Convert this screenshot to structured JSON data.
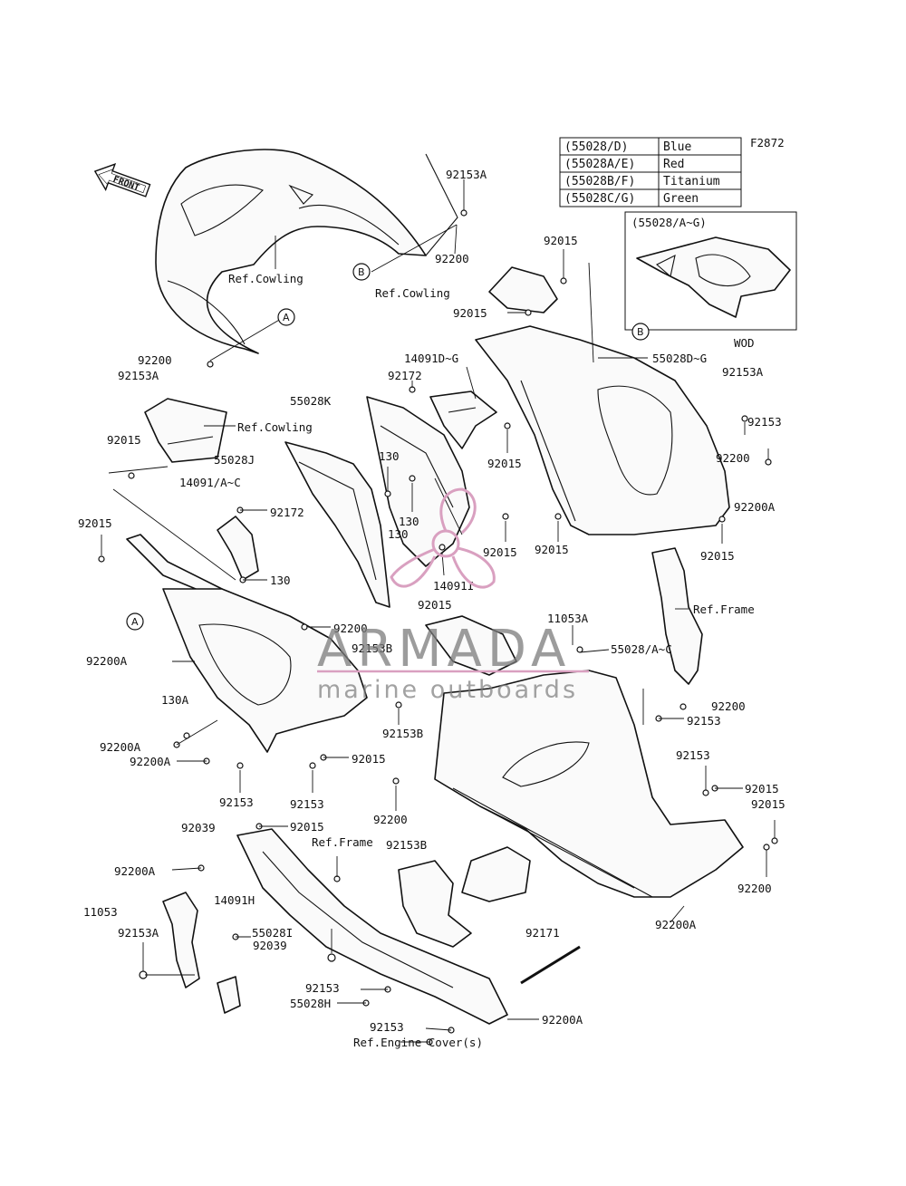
{
  "diagram_code": "F2872",
  "color_table": {
    "rows": [
      {
        "part": "(55028/D)",
        "color": "Blue"
      },
      {
        "part": "(55028A/E)",
        "color": "Red"
      },
      {
        "part": "(55028B/F)",
        "color": "Titanium"
      },
      {
        "part": "(55028C/G)",
        "color": "Green"
      }
    ]
  },
  "inset": {
    "title": "(55028/A~G)",
    "caption": "WOD"
  },
  "front_label": "FRONT",
  "callouts": {
    "a": "A",
    "b": "B"
  },
  "labels": [
    {
      "id": "l1",
      "text": "92153A"
    },
    {
      "id": "l2",
      "text": "92200"
    },
    {
      "id": "l3",
      "text": "Ref.Cowling"
    },
    {
      "id": "l4",
      "text": "92015"
    },
    {
      "id": "l5",
      "text": "Ref.Cowling"
    },
    {
      "id": "l6",
      "text": "92015"
    },
    {
      "id": "l7",
      "text": "92200"
    },
    {
      "id": "l8",
      "text": "92153A"
    },
    {
      "id": "l9",
      "text": "14091D~G"
    },
    {
      "id": "l10",
      "text": "55028D~G"
    },
    {
      "id": "l11",
      "text": "92153A"
    },
    {
      "id": "l12",
      "text": "92172"
    },
    {
      "id": "l13",
      "text": "55028K"
    },
    {
      "id": "l14",
      "text": "Ref.Cowling"
    },
    {
      "id": "l15",
      "text": "92015"
    },
    {
      "id": "l16",
      "text": "92153"
    },
    {
      "id": "l17",
      "text": "92015"
    },
    {
      "id": "l18",
      "text": "55028J"
    },
    {
      "id": "l19",
      "text": "92200"
    },
    {
      "id": "l20",
      "text": "14091/A~C"
    },
    {
      "id": "l21",
      "text": "130"
    },
    {
      "id": "l22",
      "text": "92200A"
    },
    {
      "id": "l23",
      "text": "92172"
    },
    {
      "id": "l24",
      "text": "130"
    },
    {
      "id": "l25",
      "text": "92015"
    },
    {
      "id": "l26",
      "text": "130"
    },
    {
      "id": "l27",
      "text": "92015"
    },
    {
      "id": "l28",
      "text": "92015"
    },
    {
      "id": "l29",
      "text": "92015"
    },
    {
      "id": "l30",
      "text": "130"
    },
    {
      "id": "l31",
      "text": "14091I"
    },
    {
      "id": "l32",
      "text": "Ref.Frame"
    },
    {
      "id": "l33",
      "text": "92015"
    },
    {
      "id": "l34",
      "text": "92200"
    },
    {
      "id": "l35",
      "text": "11053A"
    },
    {
      "id": "l36",
      "text": "92153B"
    },
    {
      "id": "l37",
      "text": "55028/A~C"
    },
    {
      "id": "l38",
      "text": "92200A"
    },
    {
      "id": "l39",
      "text": "130A"
    },
    {
      "id": "l40",
      "text": "92153B"
    },
    {
      "id": "l41",
      "text": "92200"
    },
    {
      "id": "l42",
      "text": "92153"
    },
    {
      "id": "l43",
      "text": "92200A"
    },
    {
      "id": "l44",
      "text": "92015"
    },
    {
      "id": "l45",
      "text": "92200A"
    },
    {
      "id": "l46",
      "text": "92153"
    },
    {
      "id": "l47",
      "text": "92015"
    },
    {
      "id": "l48",
      "text": "92153"
    },
    {
      "id": "l49",
      "text": "92153"
    },
    {
      "id": "l50",
      "text": "92015"
    },
    {
      "id": "l51",
      "text": "92200"
    },
    {
      "id": "l52",
      "text": "92039"
    },
    {
      "id": "l53",
      "text": "92015"
    },
    {
      "id": "l54",
      "text": "Ref.Frame"
    },
    {
      "id": "l55",
      "text": "92153B"
    },
    {
      "id": "l56",
      "text": "92200A"
    },
    {
      "id": "l57",
      "text": "92200"
    },
    {
      "id": "l58",
      "text": "14091H"
    },
    {
      "id": "l59",
      "text": "11053"
    },
    {
      "id": "l60",
      "text": "92171"
    },
    {
      "id": "l61",
      "text": "92153A"
    },
    {
      "id": "l62",
      "text": "92039"
    },
    {
      "id": "l63",
      "text": "55028I"
    },
    {
      "id": "l64",
      "text": "92200A"
    },
    {
      "id": "l65",
      "text": "92153"
    },
    {
      "id": "l66",
      "text": "55028H"
    },
    {
      "id": "l67",
      "text": "92200A"
    },
    {
      "id": "l68",
      "text": "92153"
    },
    {
      "id": "l69",
      "text": "Ref.Engine Cover(s)"
    }
  ],
  "watermark": {
    "brand": "ARMADA",
    "tagline": "marine outboards",
    "color": "#d9a0c0"
  }
}
